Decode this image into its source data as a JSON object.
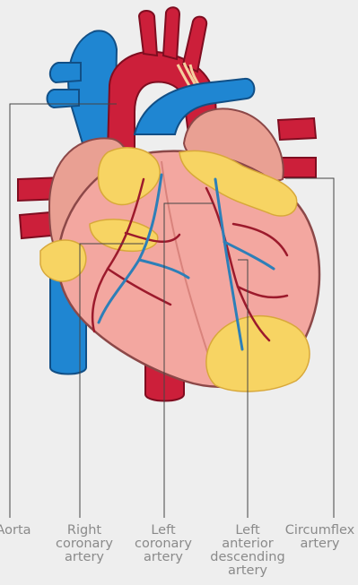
{
  "labels": [
    {
      "id": "aorta",
      "lines": [
        "Aorta"
      ]
    },
    {
      "id": "right-coronary-artery",
      "lines": [
        "Right",
        "coronary",
        "artery"
      ]
    },
    {
      "id": "left-coronary-artery",
      "lines": [
        "Left",
        "coronary",
        "artery"
      ]
    },
    {
      "id": "left-anterior-descending-artery",
      "lines": [
        "Left",
        "anterior",
        "descending",
        "artery"
      ]
    },
    {
      "id": "circumflex-artery",
      "lines": [
        "Circumflex",
        "artery"
      ]
    }
  ],
  "colors": {
    "background": "#eeeeee",
    "myocardium": "#f3a7a0",
    "artery_red": "#cc1f3a",
    "vein_blue": "#1f86d2",
    "fat_yellow": "#f7d463",
    "leader_line": "#444444",
    "label_text": "#8a8a8a"
  }
}
